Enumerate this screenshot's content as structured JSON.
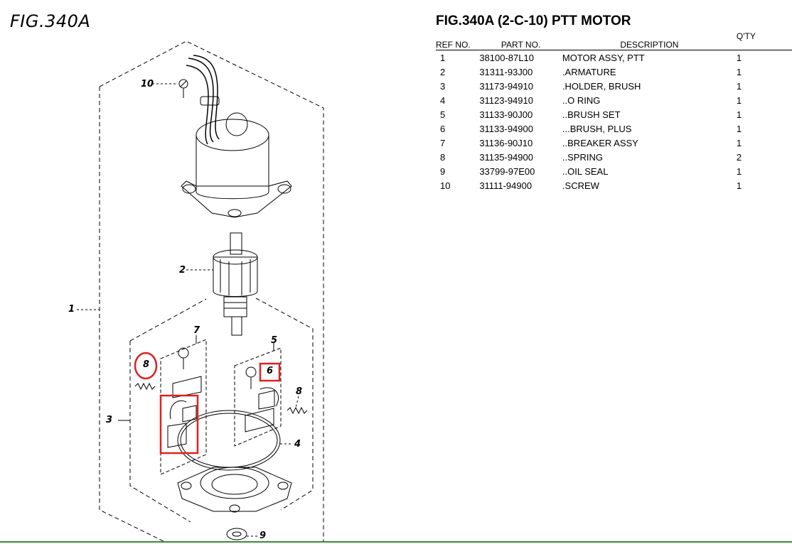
{
  "diagram": {
    "fig_label": "FIG.340A",
    "callouts": [
      "10",
      "2",
      "1",
      "7",
      "5",
      "6",
      "8",
      "8",
      "3",
      "4",
      "9"
    ],
    "highlight_color": "#e02020"
  },
  "parts": {
    "title": "FIG.340A (2-C-10) PTT MOTOR",
    "headers": {
      "ref": "REF NO.",
      "part": "PART NO.",
      "desc": "DESCRIPTION",
      "qty": "Q'TY"
    },
    "rows": [
      {
        "ref": "1",
        "part": "38100-87L10",
        "desc": "MOTOR ASSY, PTT",
        "qty": "1"
      },
      {
        "ref": "2",
        "part": "31311-93J00",
        "desc": ".ARMATURE",
        "qty": "1"
      },
      {
        "ref": "3",
        "part": "31173-94910",
        "desc": ".HOLDER, BRUSH",
        "qty": "1"
      },
      {
        "ref": "4",
        "part": "31123-94910",
        "desc": "..O RING",
        "qty": "1"
      },
      {
        "ref": "5",
        "part": "31133-90J00",
        "desc": "..BRUSH SET",
        "qty": "1"
      },
      {
        "ref": "6",
        "part": "31133-94900",
        "desc": "...BRUSH, PLUS",
        "qty": "1"
      },
      {
        "ref": "7",
        "part": "31136-90J10",
        "desc": "..BREAKER ASSY",
        "qty": "1"
      },
      {
        "ref": "8",
        "part": "31135-94900",
        "desc": "..SPRING",
        "qty": "2"
      },
      {
        "ref": "9",
        "part": "33799-97E00",
        "desc": "..OIL SEAL",
        "qty": "1"
      },
      {
        "ref": "10",
        "part": "31111-94900",
        "desc": ".SCREW",
        "qty": "1"
      }
    ]
  }
}
